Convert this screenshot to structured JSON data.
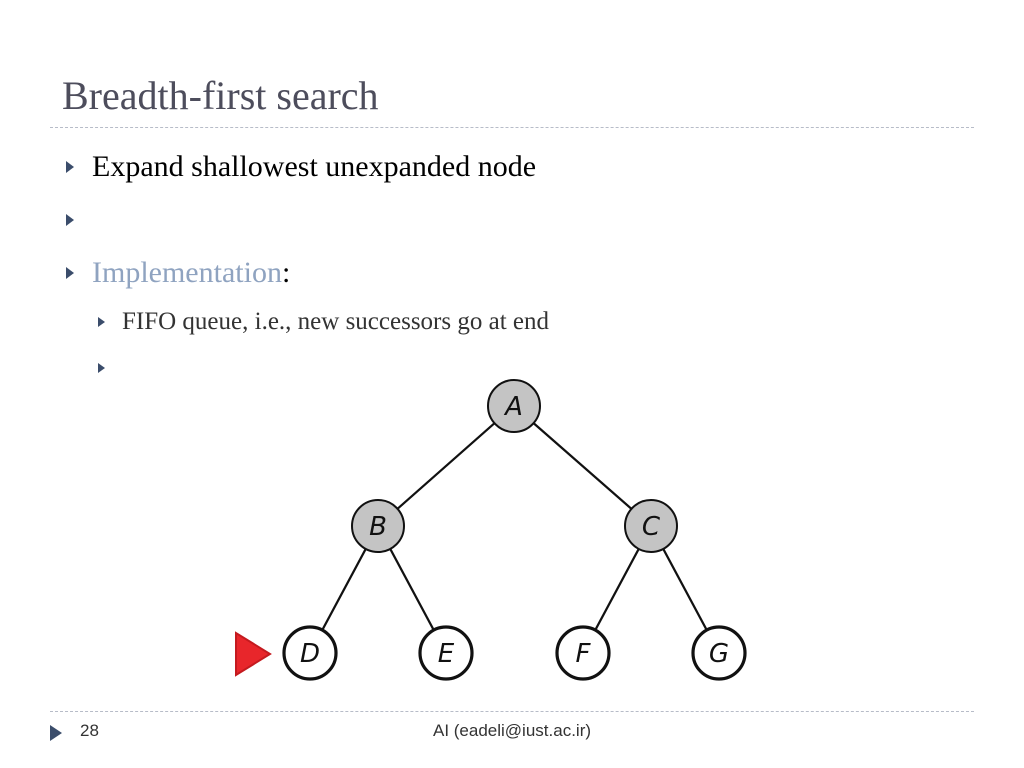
{
  "slide": {
    "title": "Breadth-first search",
    "bullets": [
      {
        "text": "Expand shallowest unexpanded node"
      },
      {
        "text": ""
      },
      {
        "text": "Implementation",
        "suffix": ":"
      }
    ],
    "sub_bullets": [
      {
        "text": "FIFO queue, i.e., new successors go at end"
      },
      {
        "text": ""
      }
    ]
  },
  "diagram": {
    "nodes": [
      {
        "id": "A",
        "label": "A",
        "expanded": true
      },
      {
        "id": "B",
        "label": "B",
        "expanded": true
      },
      {
        "id": "C",
        "label": "C",
        "expanded": true
      },
      {
        "id": "D",
        "label": "D",
        "expanded": false
      },
      {
        "id": "E",
        "label": "E",
        "expanded": false
      },
      {
        "id": "F",
        "label": "F",
        "expanded": false
      },
      {
        "id": "G",
        "label": "G",
        "expanded": false
      }
    ],
    "edges": [
      [
        "A",
        "B"
      ],
      [
        "A",
        "C"
      ],
      [
        "B",
        "D"
      ],
      [
        "B",
        "E"
      ],
      [
        "C",
        "F"
      ],
      [
        "C",
        "G"
      ]
    ],
    "current_node": "D",
    "colors": {
      "expanded_fill": "#c4c4c4",
      "frontier_fill": "#ffffff",
      "marker": "#e8262b"
    }
  },
  "footer": {
    "page_number": "28",
    "text": "AI (eadeli@iust.ac.ir)"
  }
}
